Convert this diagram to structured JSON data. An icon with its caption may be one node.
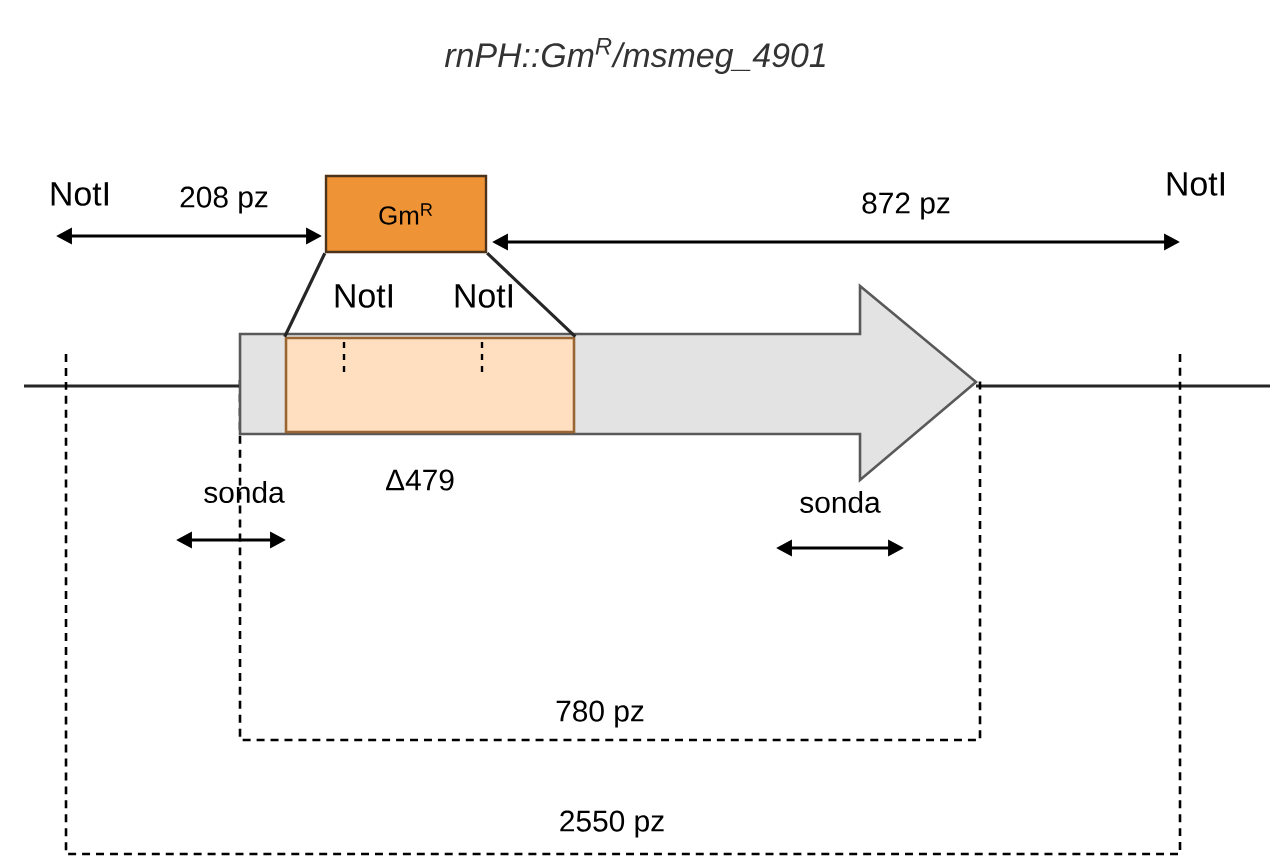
{
  "diagram": {
    "title": "rnPH::Gm$^{R}$/msmeg_4901",
    "nodes": [
      {
        "text": [
          "Gm$^{R}$"
        ]
      },
      {
        "text": [],
        "shape": "arrow"
      },
      {
        "text": [],
        "shape": "box",
        "in": 1,
        "beside": [
          "Δ479"
        ]
      }
    ],
    "edges": [
      {
        "from": 0,
        "to": 2,
        "arrow": "none"
      },
      {
        "from": 0,
        "to": 2,
        "arrow": "none"
      }
    ],
    "labels": [
      "NotI",
      "208 pz",
      "872 pz",
      "NotI",
      "NotI",
      "NotI",
      "sonda",
      "sonda",
      "780 pz",
      "2550 pz"
    ]
  }
}
